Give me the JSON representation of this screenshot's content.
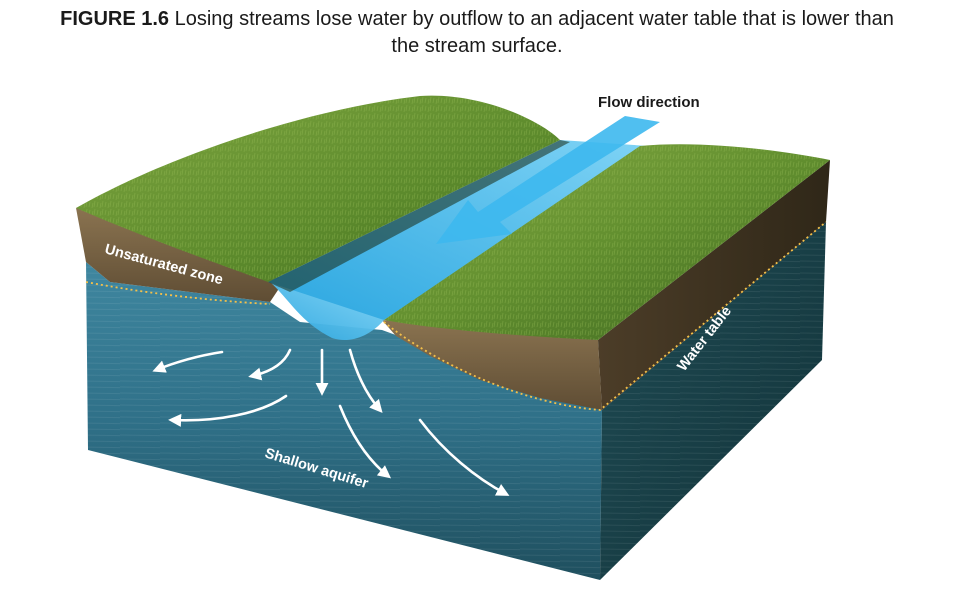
{
  "figure": {
    "number": "FIGURE 1.6",
    "caption_line1": "Losing streams lose water by outflow to an adjacent water table that is lower than",
    "caption_line2": "the stream surface."
  },
  "labels": {
    "flow_direction": "Flow direction",
    "unsaturated_zone": "Unsaturated zone",
    "water_table": "Water table",
    "shallow_aquifer": "Shallow aquifer"
  },
  "colors": {
    "grass": "#5f8a2e",
    "soil": "#7a6444",
    "aquifer": "#2f6f86",
    "stream": "#3fb3e8",
    "arrow": "#ffffff",
    "water_table_line": "#f4c04a"
  }
}
